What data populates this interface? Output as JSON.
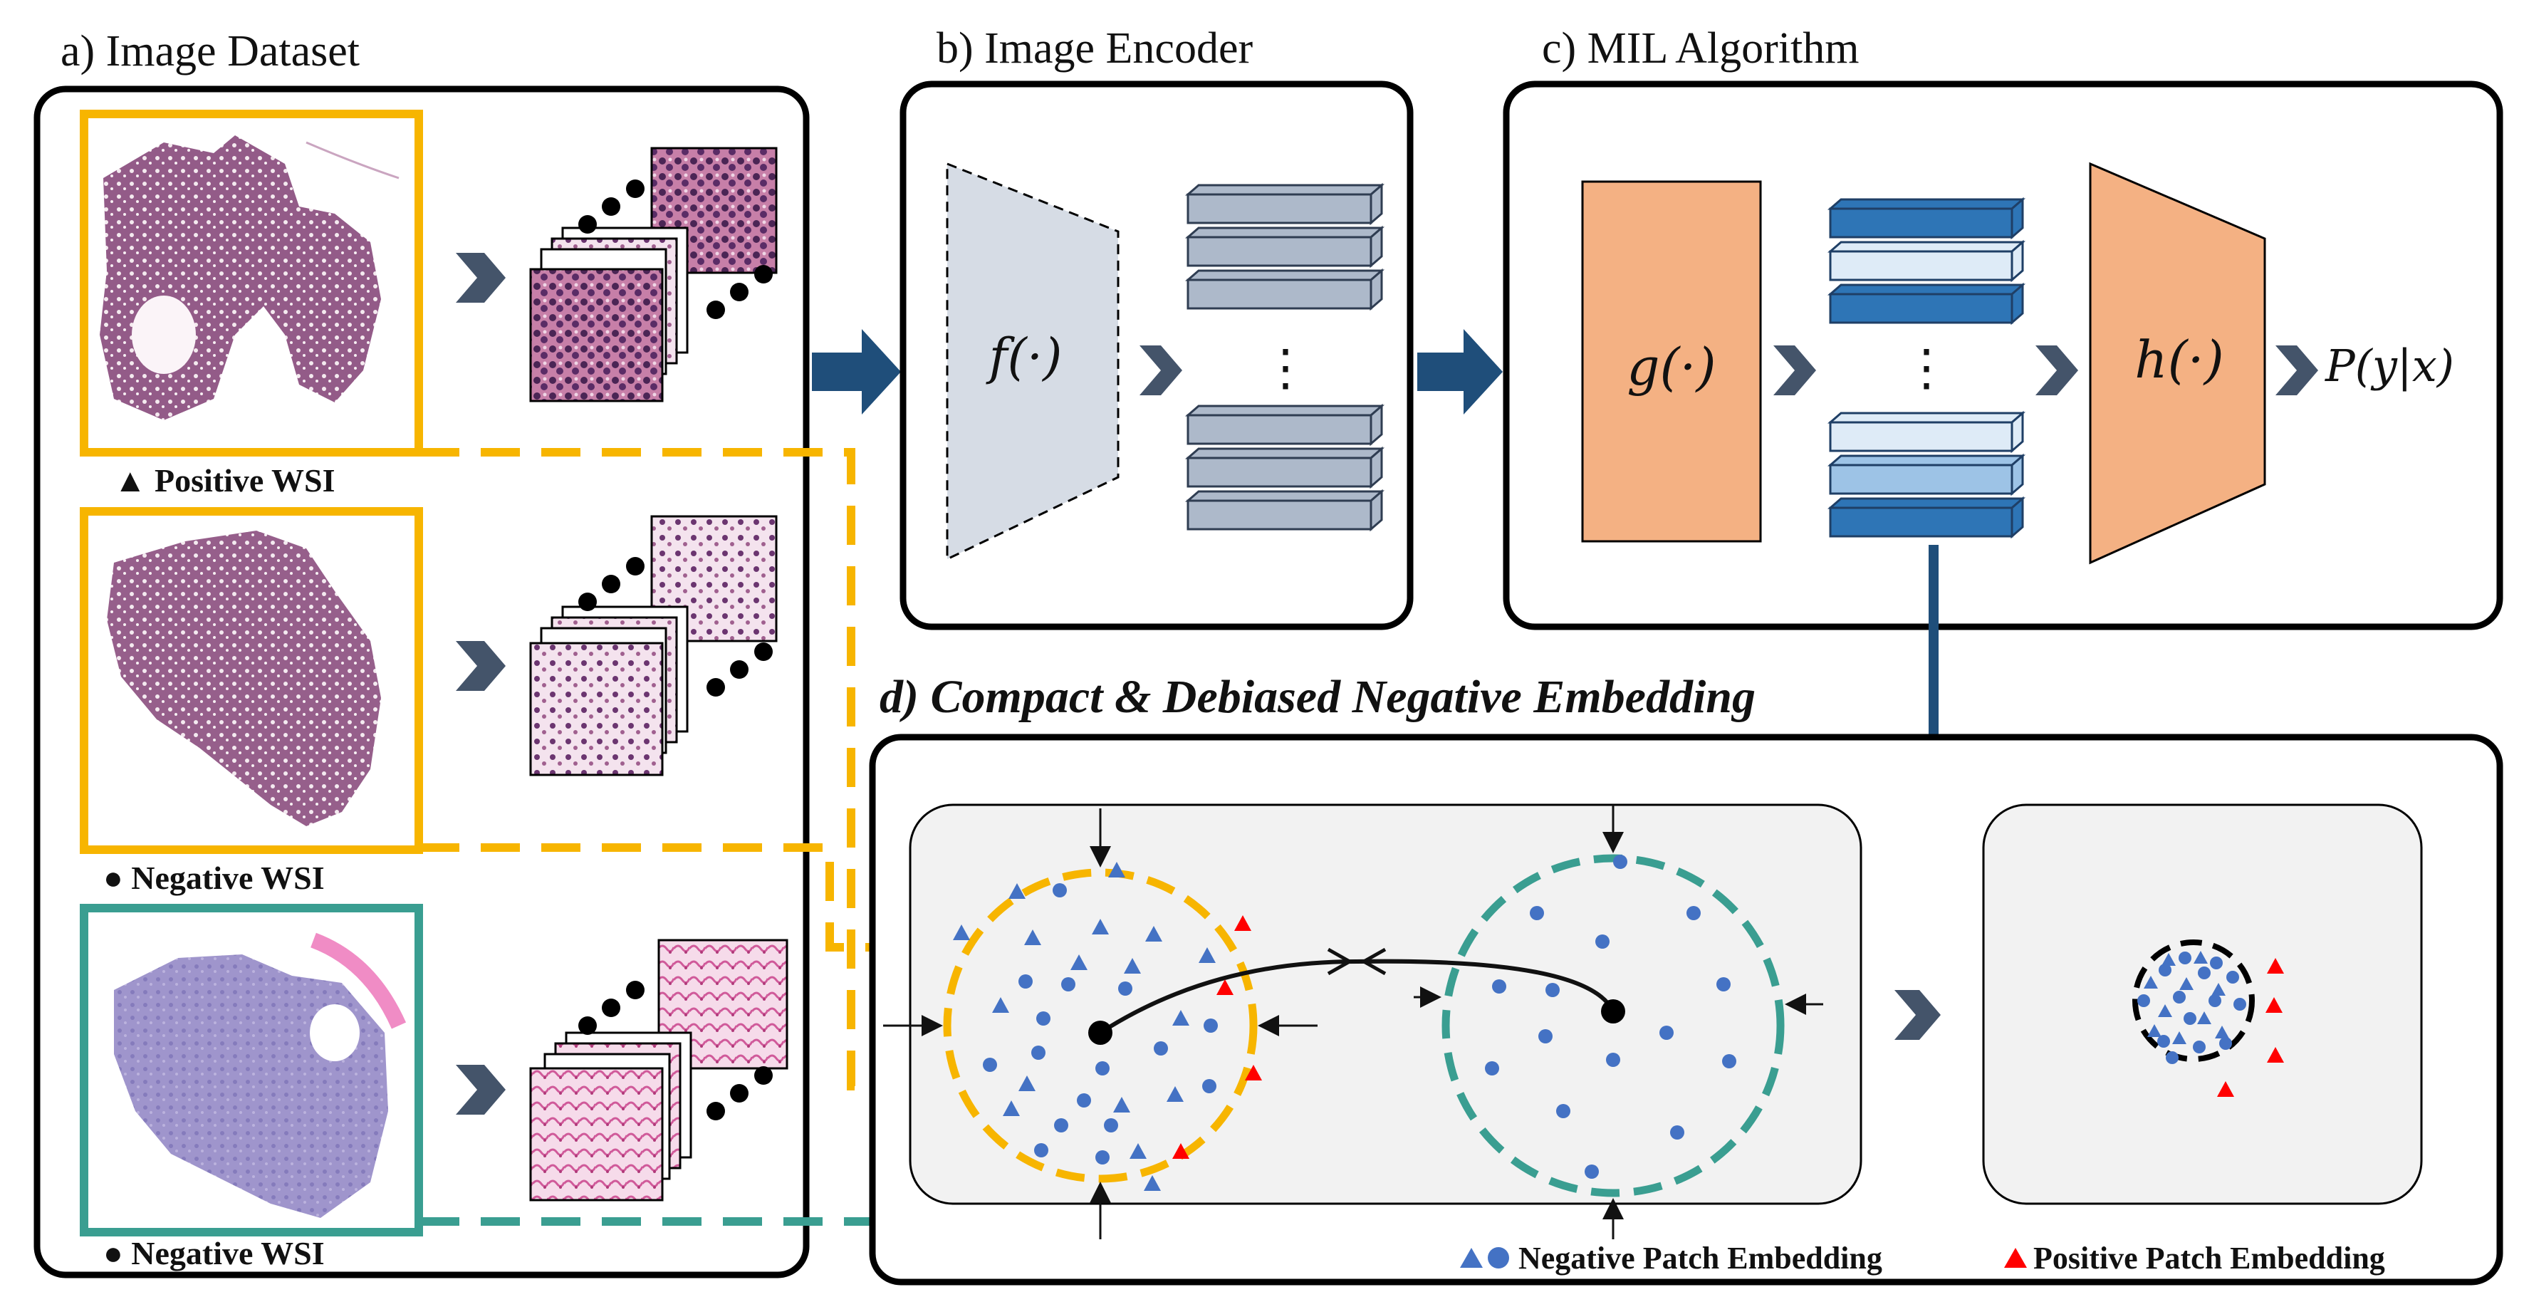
{
  "sections": {
    "a_title": "a) Image Dataset",
    "b_title": "b) Image Encoder",
    "c_title": "c) MIL Algorithm",
    "d_title": "d) Compact & Debiased Negative Embedding"
  },
  "dataset": {
    "positive_label": "Positive WSI",
    "negative_label_1": "Negative WSI",
    "negative_label_2": "Negative WSI"
  },
  "encoder": {
    "function_label": "f(·)",
    "ellipsis": "⋮"
  },
  "mil": {
    "g_label": "g(·)",
    "h_label": "h(·)",
    "ellipsis": "⋮",
    "output_label": "P(y|x)"
  },
  "legend": {
    "negative_label": "Negative Patch Embedding",
    "positive_label": "Positive Patch Embedding"
  },
  "colors": {
    "positive_accent": "#f7b500",
    "negative_accent": "#3a9e91",
    "arrow_navy": "#1f4e7a",
    "chevron": "#44546a",
    "embedding_blue": "#4472c4",
    "positive_red": "#ff0000",
    "mil_orange": "#f4b183",
    "encoder_gray": "#d6dce5"
  },
  "icons": {
    "positive_marker": "triangle-icon",
    "negative_marker": "circle-icon"
  }
}
